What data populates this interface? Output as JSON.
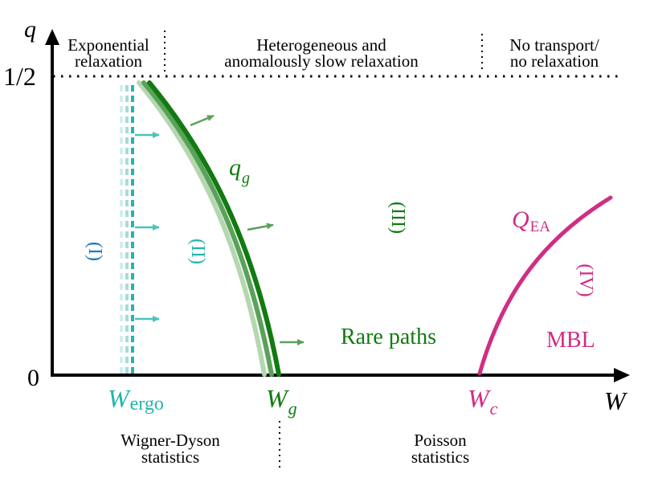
{
  "axes": {
    "y_label": "q",
    "x_label": "W",
    "y_top_tick": "1/2",
    "origin_tick": "0"
  },
  "top_regions": {
    "left": [
      "Exponential",
      "relaxation"
    ],
    "middle": [
      "Heterogeneous and",
      "anomalously slow relaxation"
    ],
    "right": [
      "No transport/",
      "no relaxation"
    ]
  },
  "bottom_regions": {
    "left": [
      "Wigner-Dyson",
      "statistics"
    ],
    "right": [
      "Poisson",
      "statistics"
    ]
  },
  "x_markers": {
    "ergo": {
      "main": "W",
      "sub": "ergo"
    },
    "g": {
      "main": "W",
      "sub": "g"
    },
    "c": {
      "main": "W",
      "sub": "c"
    }
  },
  "curve_labels": {
    "qg": {
      "main": "q",
      "sub": "g"
    },
    "qea": {
      "main": "Q",
      "sub": "EA"
    }
  },
  "phases": {
    "I": "(I)",
    "II": "(II)",
    "III": "(III)",
    "IV": "(IV)"
  },
  "annotations": {
    "rare_paths": "Rare paths",
    "mbl": "MBL"
  },
  "colors": {
    "axis": "#000000",
    "ergo_teal": "#22b5ad",
    "ergo_teal_light": "#a8dcd8",
    "phase1_blue": "#1f7ab8",
    "green_dark": "#117a11",
    "green_mid": "#5aa15a",
    "green_light": "#b5d7b0",
    "magenta": "#d02d84"
  }
}
